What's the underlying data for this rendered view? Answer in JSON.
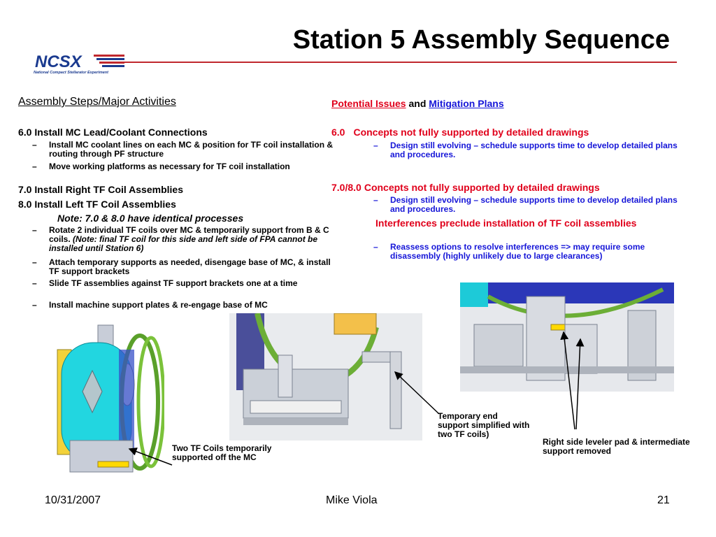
{
  "slide": {
    "title": "Station 5 Assembly Sequence",
    "logo_word": "NCSX",
    "logo_sub": "National Compact Stellarator Experiment"
  },
  "left": {
    "heading": "Assembly Steps/Major Activities",
    "steps": [
      {
        "label": "6.0 Install MC Lead/Coolant Connections"
      },
      {
        "label": "7.0 Install Right TF Coil Assemblies"
      },
      {
        "label": "8.0 Install Left TF Coil Assemblies"
      }
    ],
    "sub6": [
      "Install MC coolant lines on each MC & position for TF coil installation & routing through PF structure",
      "Move working platforms as necessary for TF coil installation"
    ],
    "note": "Note: 7.0 & 8.0 have identical processes",
    "sub8": [
      {
        "text": "Rotate 2 individual TF coils over MC & temporarily support from B & C coils. ",
        "italic": "(Note: final TF coil for this side and left side of FPA cannot be installed until Station 6)"
      },
      {
        "text": "Attach temporary supports as needed, disengage base of MC, & install TF support brackets"
      },
      {
        "text": "Slide TF assemblies against TF support brackets one at a time"
      },
      {
        "text": "Install machine support plates & re-engage base of MC"
      }
    ],
    "dash": "–"
  },
  "right": {
    "heading_part1": "Potential Issues",
    "heading_and": "and",
    "heading_part2": "Mitigation Plans",
    "items": [
      {
        "num": "6.0",
        "issue": "Concepts not fully supported by detailed drawings",
        "plan": "Design still evolving – schedule supports time to develop detailed plans and procedures."
      },
      {
        "num": "7.0/8.0",
        "issue": "Concepts not fully supported by detailed drawings",
        "plan": "Design still evolving – schedule supports time to develop detailed plans and procedures."
      }
    ],
    "issue3": "Interferences preclude installation of TF coil assemblies",
    "plan3": "Reassess options to resolve interferences => may require some disassembly (highly unlikely due to large clearances)"
  },
  "captions": {
    "c1": "Two TF Coils temporarily supported off the MC",
    "c2": "Temporary end support  simplified with two TF coils)",
    "c3": "Right side leveler pad & intermediate support removed"
  },
  "footer": {
    "date": "10/31/2007",
    "author": "Mike Viola",
    "page": "21"
  },
  "colors": {
    "accent_red": "#e0001b",
    "accent_blue": "#1616d8",
    "rule": "#c0282d",
    "logo_blue": "#1a3a8f"
  }
}
